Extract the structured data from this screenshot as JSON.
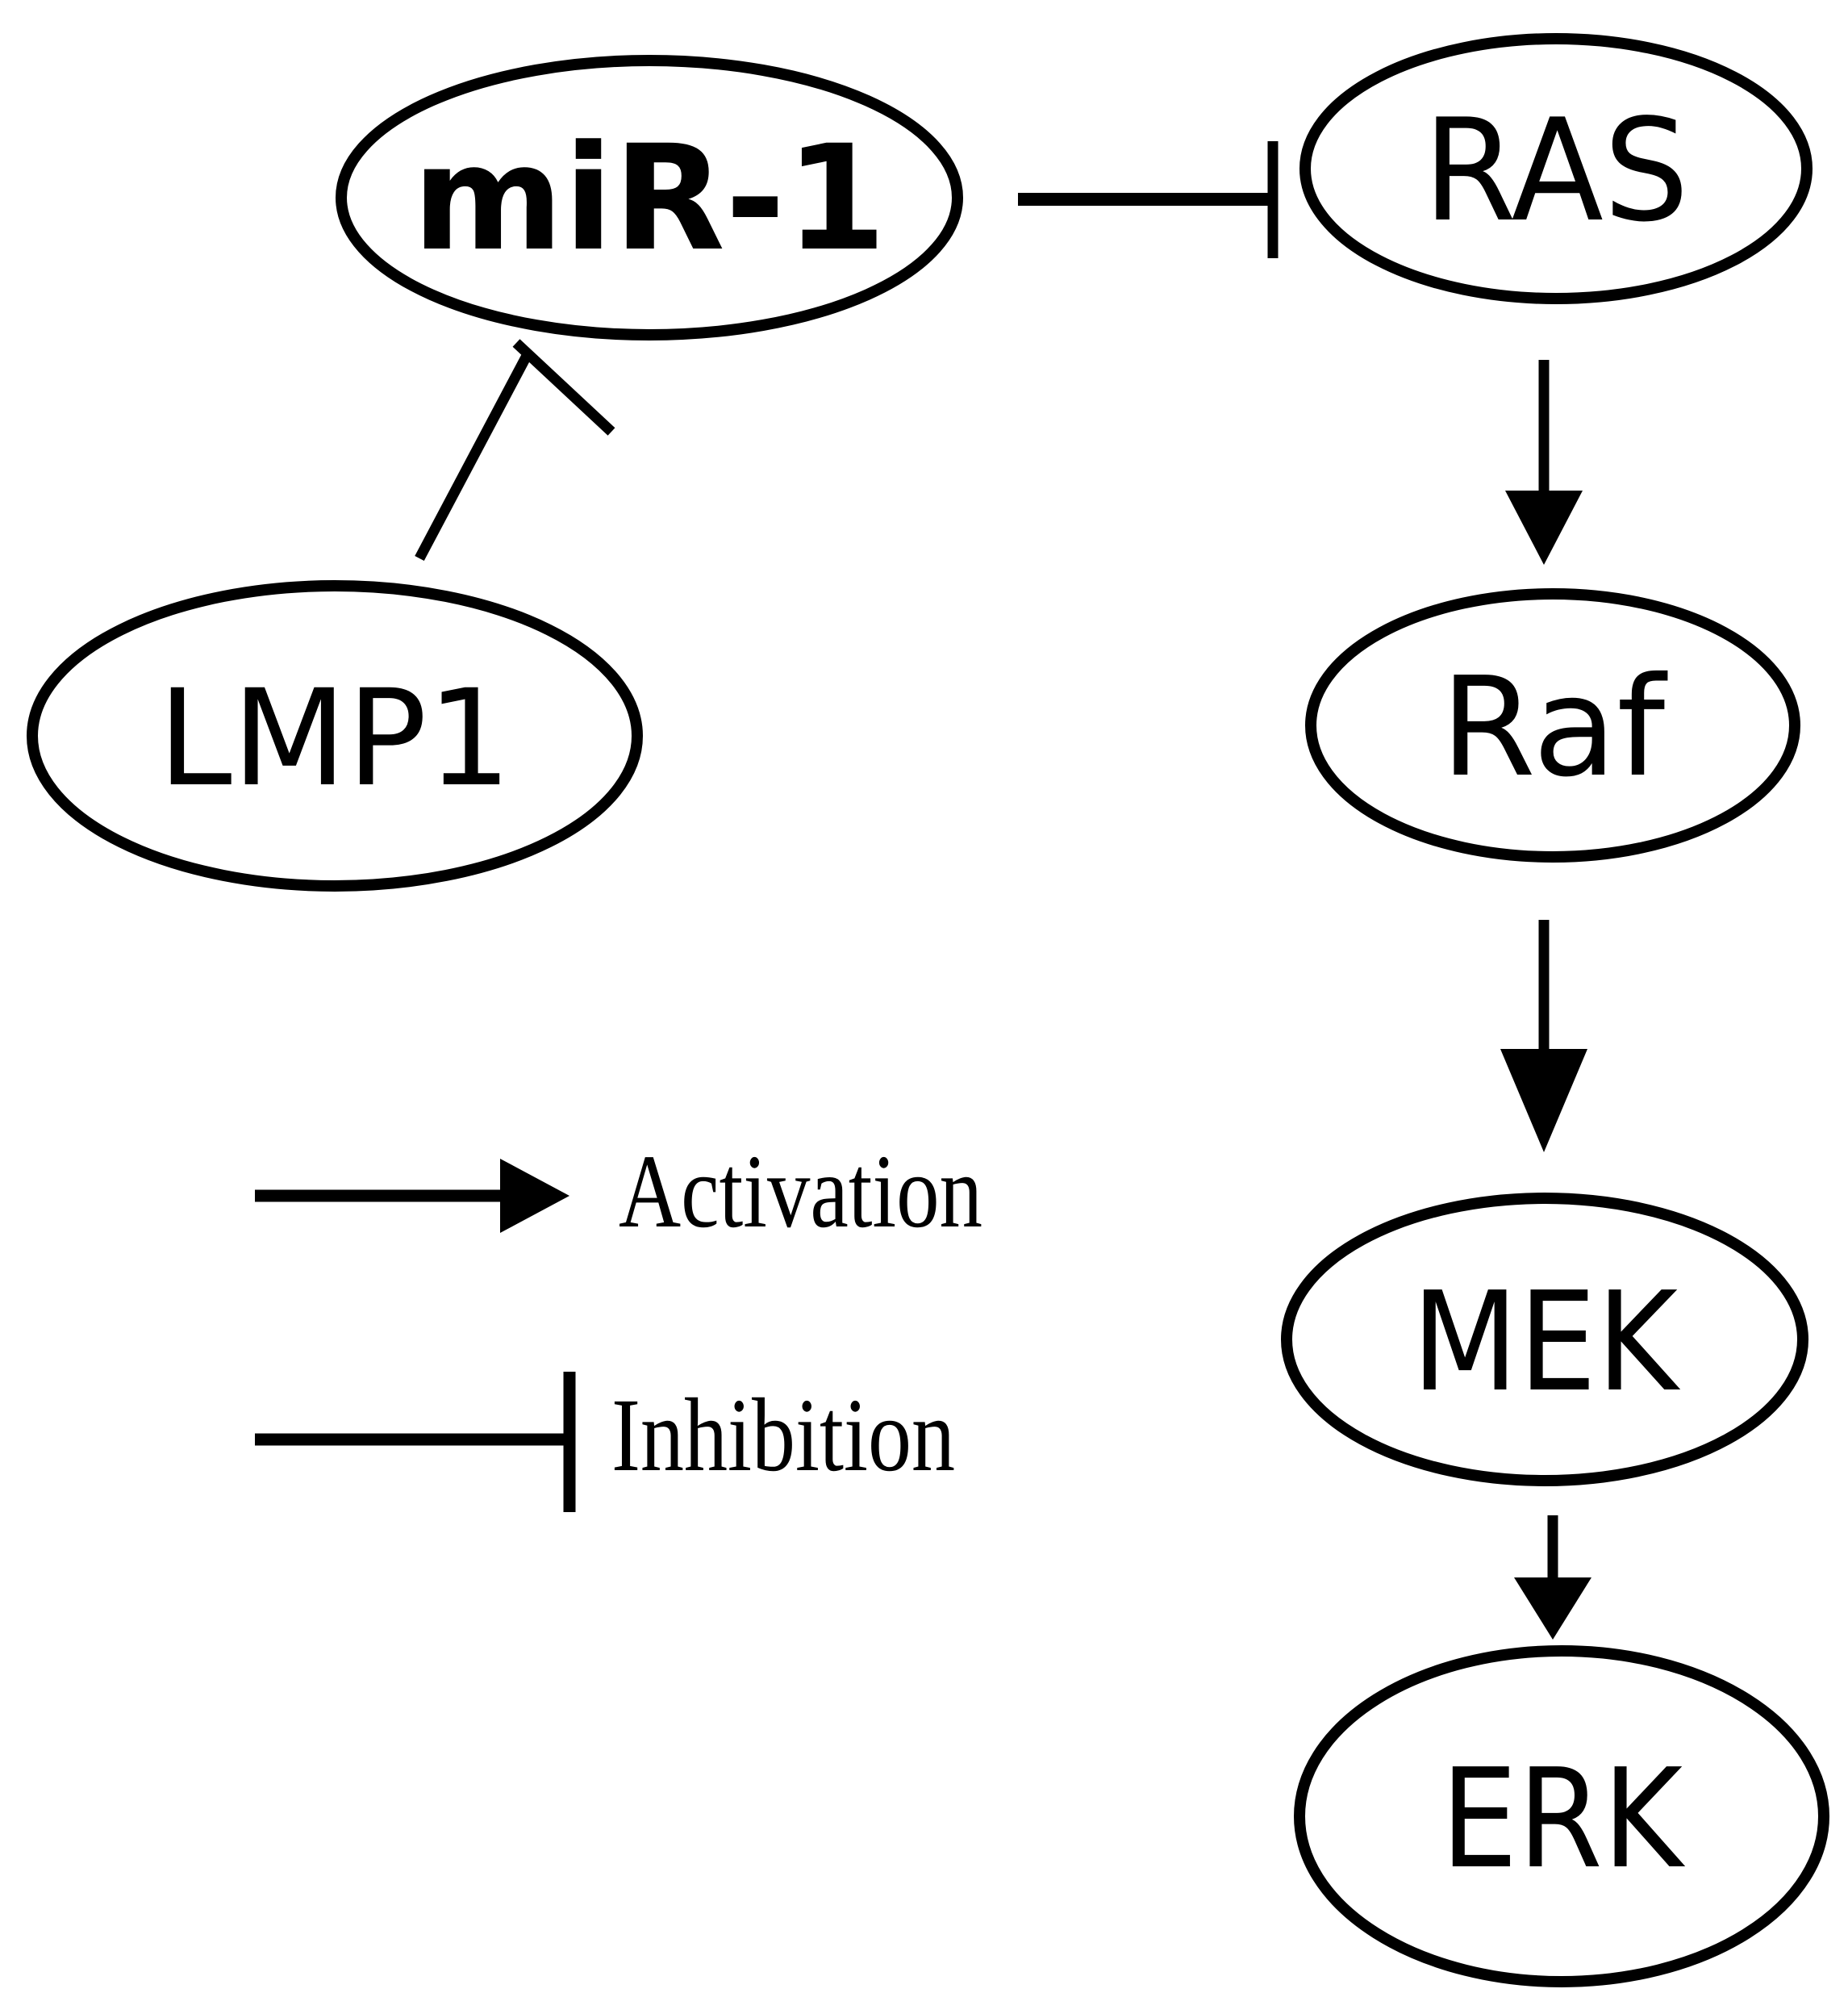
{
  "nodes": {
    "mir1": {
      "label": "miR-1"
    },
    "ras": {
      "label": "RAS"
    },
    "lmp1": {
      "label": "LMP1"
    },
    "raf": {
      "label": "Raf"
    },
    "mek": {
      "label": "MEK"
    },
    "erk": {
      "label": "ERK"
    }
  },
  "edges": [
    {
      "source": "miR-1",
      "target": "RAS",
      "type": "inhibition"
    },
    {
      "source": "LMP1",
      "target": "miR-1",
      "type": "inhibition"
    },
    {
      "source": "RAS",
      "target": "Raf",
      "type": "activation"
    },
    {
      "source": "Raf",
      "target": "MEK",
      "type": "activation"
    },
    {
      "source": "MEK",
      "target": "ERK",
      "type": "activation"
    }
  ],
  "legend": {
    "activation_label": "Activation",
    "inhibition_label": "Inhibition"
  },
  "colors": {
    "ink": "#000000",
    "background": "#ffffff"
  }
}
